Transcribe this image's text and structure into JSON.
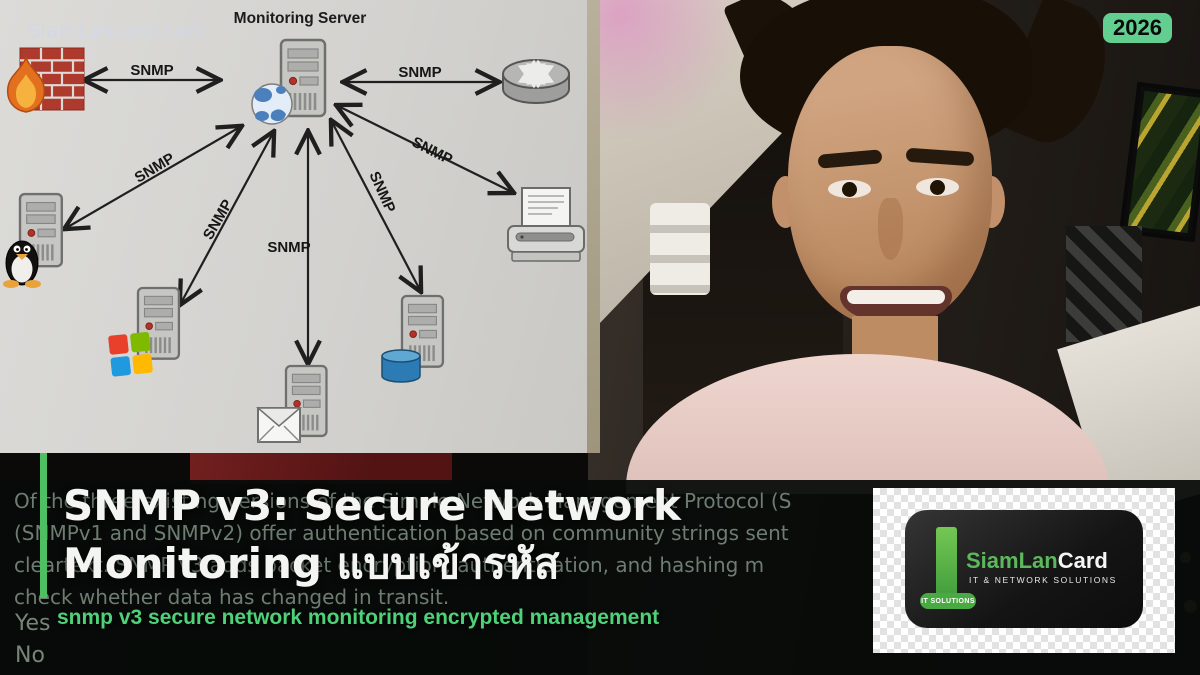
{
  "video": {
    "badge_year": "2026",
    "watermark": "SiamLancard.com"
  },
  "diagram": {
    "title": "Monitoring Server",
    "snmp_label": "SNMP",
    "icons": [
      "firewall",
      "router",
      "linux-server",
      "windows-server",
      "mail-server",
      "database-server",
      "printer",
      "monitoring-server-tower",
      "globe"
    ]
  },
  "overlay": {
    "title_line1": "SNMP v3: Secure Network",
    "title_line2": "Monitoring แบบเข้ารหัส",
    "subtitle": "snmp v3 secure network monitoring encrypted management",
    "accent_color": "#4fbf63"
  },
  "quiz_background": {
    "lines": [
      "Of the three existing versions of the Simple Network Management Protocol (S",
      "(SNMPv1 and SNMPv2) offer authentication based on community strings sent",
      "cleartext. SNMP v3 adds packet encryption, authentication, and hashing m",
      "check whether data has changed in transit."
    ],
    "options": [
      "Yes",
      "No"
    ]
  },
  "logo_card": {
    "brand_part1": "SiamLan",
    "brand_part2": "Card",
    "tagline": "IT & NETWORK SOLUTIONS",
    "ribbon": "IT SOLUTIONS",
    "brand_green": "#5cb85c"
  }
}
